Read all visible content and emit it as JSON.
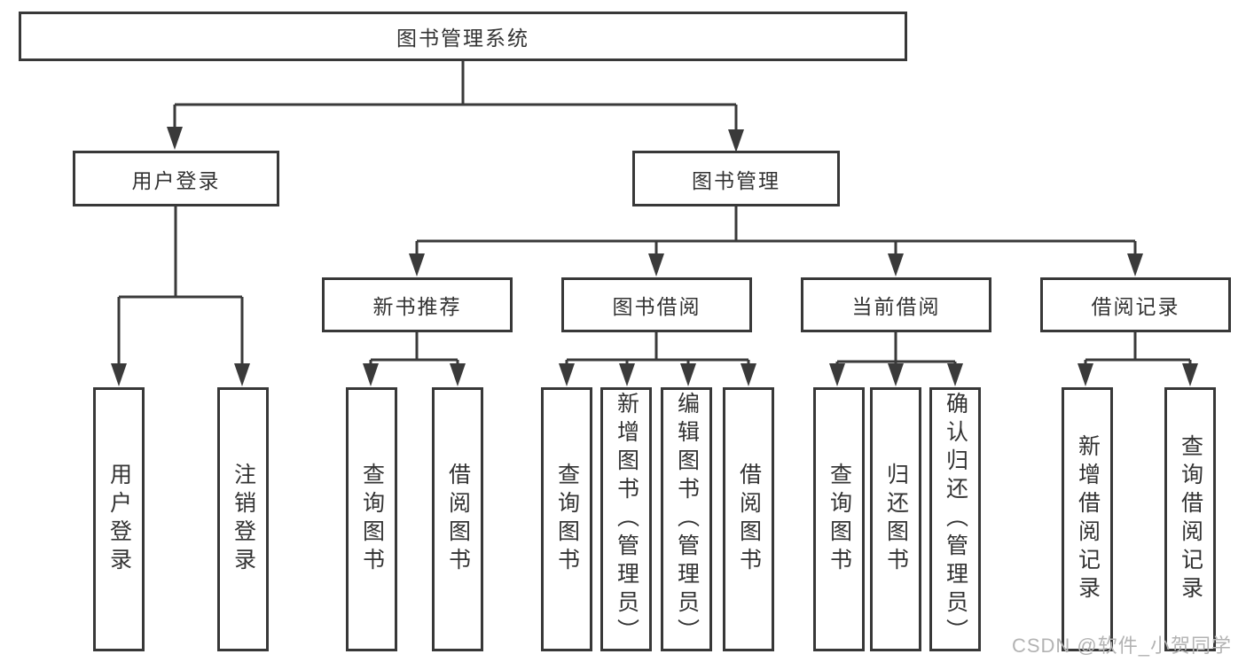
{
  "diagram": {
    "root_label": "图书管理系统",
    "level2": [
      {
        "label": "用户登录"
      },
      {
        "label": "图书管理"
      }
    ],
    "level3": [
      {
        "label": "新书推荐"
      },
      {
        "label": "图书借阅"
      },
      {
        "label": "当前借阅"
      },
      {
        "label": "借阅记录"
      }
    ],
    "leaf_groups": [
      {
        "parent": "用户登录",
        "items": [
          "用户登录",
          "注销登录"
        ]
      },
      {
        "parent": "新书推荐",
        "items": [
          "查询图书",
          "借阅图书"
        ]
      },
      {
        "parent": "图书借阅",
        "items": [
          "查询图书",
          "新增图书（管理员）",
          "编辑图书（管理员）",
          "借阅图书"
        ]
      },
      {
        "parent": "当前借阅",
        "items": [
          "查询图书",
          "归还图书",
          "确认归还（管理员）"
        ]
      },
      {
        "parent": "借阅记录",
        "items": [
          "新增借阅记录",
          "查询借阅记录"
        ]
      }
    ]
  },
  "watermark": "CSDN @软件_小贺同学",
  "colors": {
    "line": "#3a3a3a",
    "text": "#333333",
    "watermark": "#b3b3b3",
    "background": "#ffffff"
  }
}
